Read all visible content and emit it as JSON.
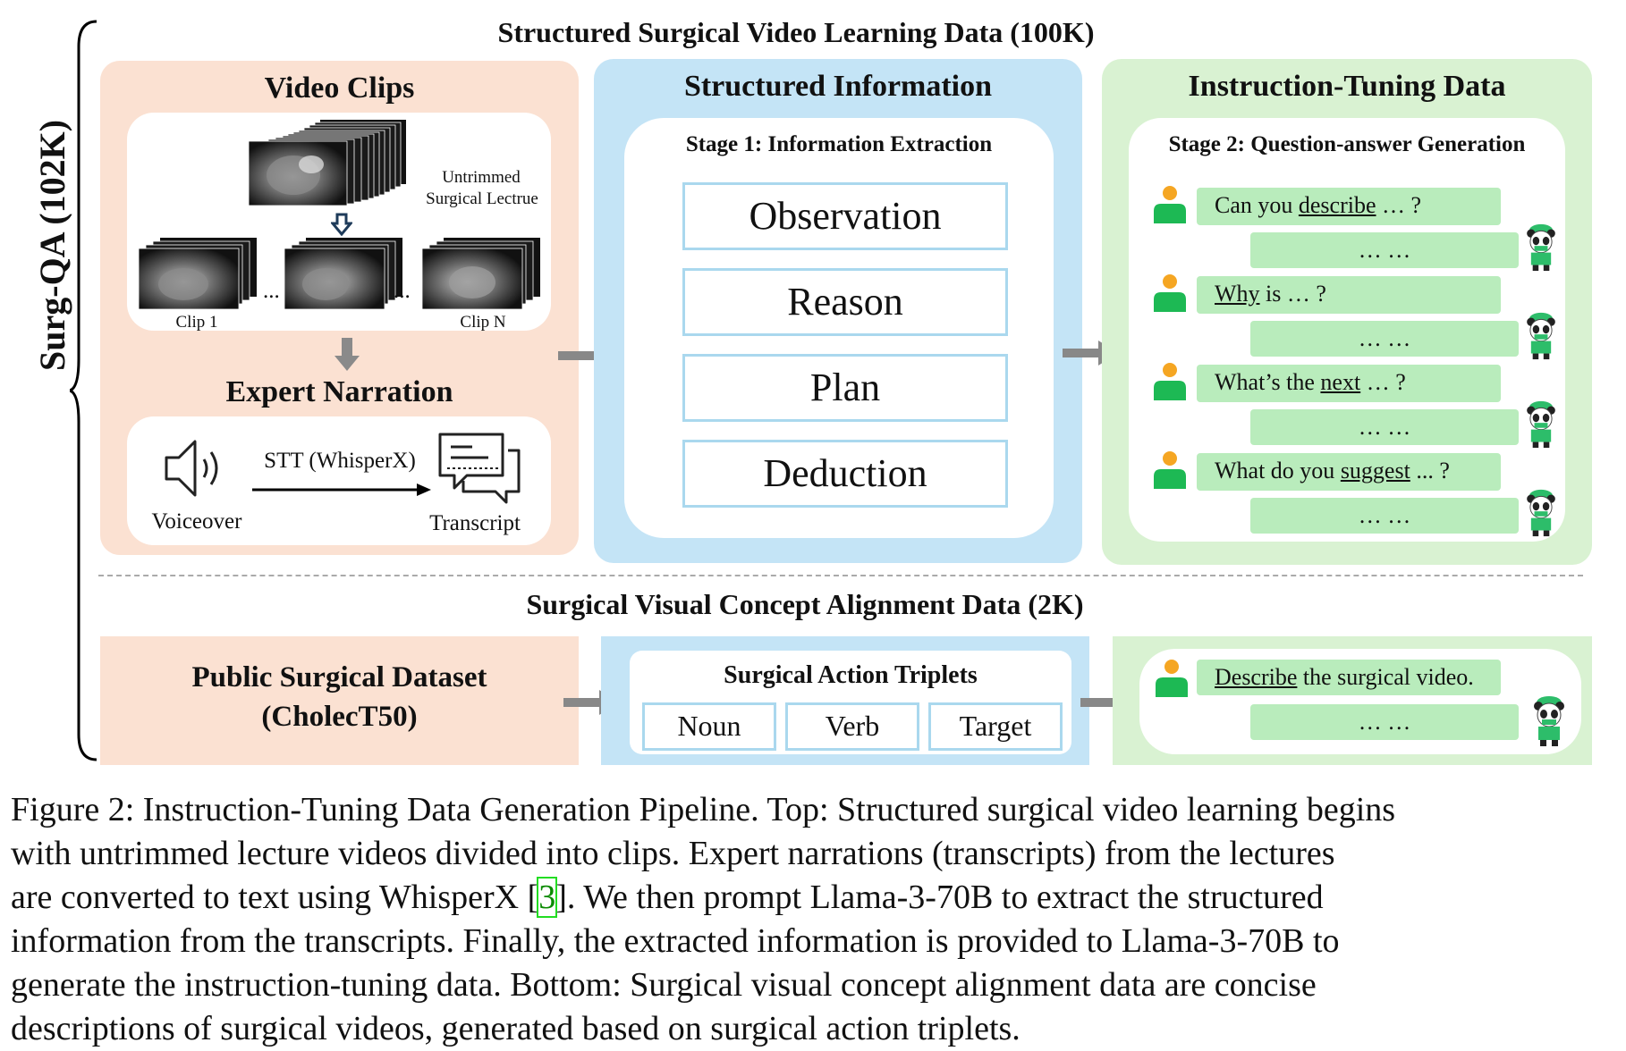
{
  "figure": {
    "side_label": "Surg-QA (102K)",
    "top_title": "Structured Surgical Video Learning Data (100K)",
    "video_clips": {
      "title": "Video Clips",
      "untrimmed_line1": "Untrimmed",
      "untrimmed_line2": "Surgical Lectrue",
      "clip_first": "Clip 1",
      "clip_last": "Clip N",
      "ellipsis": "..."
    },
    "expert_narration": {
      "title": "Expert Narration",
      "stt_label": "STT (WhisperX)",
      "voiceover": "Voiceover",
      "transcript": "Transcript"
    },
    "structured_information": {
      "title": "Structured Information",
      "stage": "Stage 1: Information Extraction",
      "boxes": [
        "Observation",
        "Reason",
        "Plan",
        "Deduction"
      ]
    },
    "instruction_tuning": {
      "title": "Instruction-Tuning Data",
      "stage": "Stage 2: Question-answer Generation",
      "questions": [
        {
          "pre": "Can you ",
          "key": "describe",
          "post": " … ?"
        },
        {
          "pre": "",
          "key": "Why",
          "post": " is … ?"
        },
        {
          "pre": "What’s the ",
          "key": "next",
          "post": " … ?"
        },
        {
          "pre": "What do you ",
          "key": "suggest",
          "post": " ... ?"
        }
      ],
      "answer": "… …"
    },
    "bottom_title": "Surgical Visual Concept Alignment Data (2K)",
    "public_dataset": {
      "line1": "Public Surgical Dataset",
      "line2": "(CholecT50)"
    },
    "triplets": {
      "title": "Surgical Action Triplets",
      "items": [
        "Noun",
        "Verb",
        "Target"
      ]
    },
    "alignment_qa": {
      "question_key": "Describe",
      "question_rest": " the surgical video.",
      "answer": "… …"
    },
    "colors": {
      "peach": "#fbe1d2",
      "blue": "#c4e4f6",
      "green": "#d9f2d2",
      "bubble": "#b9ecbc",
      "arrow": "#888888",
      "user_head": "#f5a623",
      "user_body": "#1db954"
    }
  },
  "caption": {
    "lines": [
      "Figure 2: Instruction-Tuning Data Generation Pipeline. Top: Structured surgical video learning begins",
      "with untrimmed lecture videos divided into clips. Expert narrations (transcripts) from the lectures",
      "are converted to text using WhisperX [",
      "3",
      "]. We then prompt Llama-3-70B to extract the structured",
      "information from the transcripts. Finally, the extracted information is provided to Llama-3-70B to",
      "generate the instruction-tuning data. Bottom: Surgical visual concept alignment data are concise",
      "descriptions of surgical videos, generated based on surgical action triplets."
    ]
  }
}
